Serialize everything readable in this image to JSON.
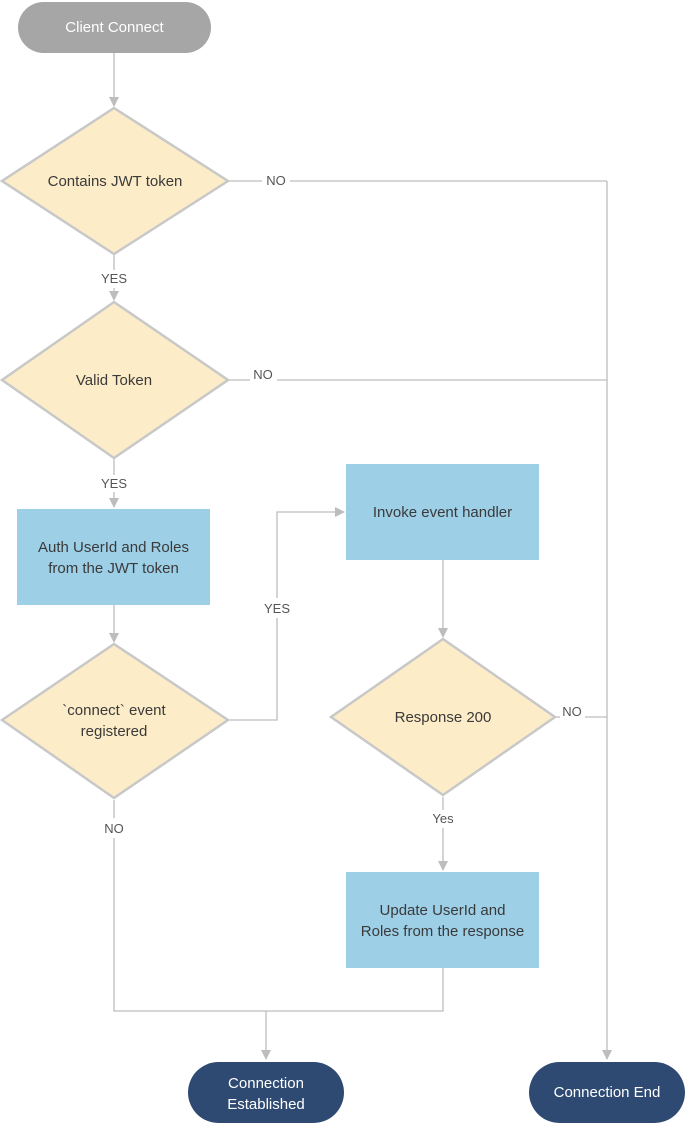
{
  "nodes": {
    "client_connect": {
      "label": "Client Connect"
    },
    "contains_jwt": {
      "label": "Contains JWT token"
    },
    "valid_token": {
      "label": "Valid Token"
    },
    "auth_userid": {
      "line1": "Auth UserId and Roles",
      "line2": "from the JWT token"
    },
    "connect_registered": {
      "line1": "`connect` event",
      "line2": "registered"
    },
    "invoke_handler": {
      "label": "Invoke event handler"
    },
    "response_200": {
      "label": "Response 200"
    },
    "update_userid": {
      "line1": "Update UserId and",
      "line2": "Roles from the response"
    },
    "connection_established": {
      "line1": "Connection",
      "line2": "Established"
    },
    "connection_end": {
      "label": "Connection End"
    }
  },
  "edges": {
    "jwt_no": "NO",
    "jwt_yes": "YES",
    "valid_no": "NO",
    "valid_yes": "YES",
    "registered_yes": "YES",
    "registered_no": "NO",
    "response_no": "NO",
    "response_yes": "Yes"
  },
  "colors": {
    "start_fill": "#a6a6a6",
    "decision_fill": "#fdecc8",
    "decision_stroke": "#c8c8c8",
    "process_fill": "#9dcfe7",
    "terminal_fill": "#2e4a72",
    "line": "#bdbdbd"
  }
}
